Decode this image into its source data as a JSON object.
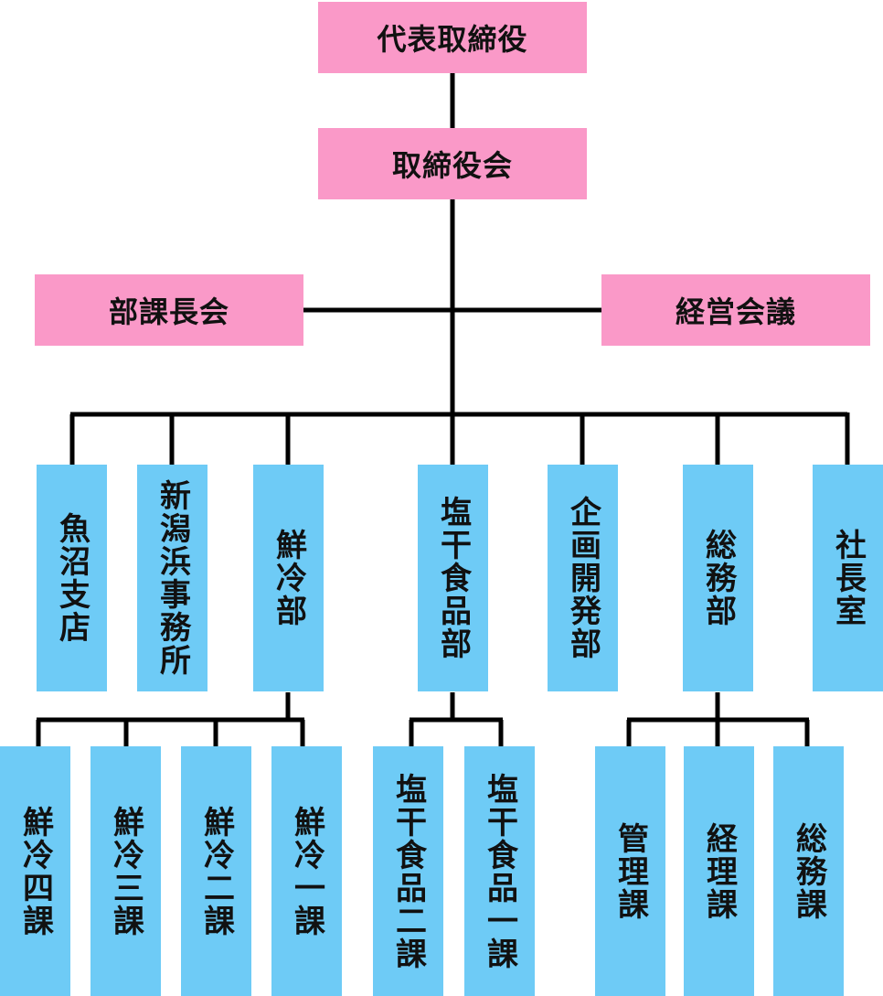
{
  "top": {
    "ceo": "代表取締役",
    "board": "取締役会",
    "left_committee": "部課長会",
    "right_committee": "経営会議"
  },
  "departments": [
    "魚沼支店",
    "新潟浜事務所",
    "鮮冷部",
    "塩干食品部",
    "企画開発部",
    "総務部",
    "社長室"
  ],
  "sections": {
    "senrei": [
      "鮮冷四課",
      "鮮冷三課",
      "鮮冷二課",
      "鮮冷一課"
    ],
    "enkan": [
      "塩干食品二課",
      "塩干食品一課"
    ],
    "somu": [
      "管理課",
      "経理課",
      "総務課"
    ]
  },
  "colors": {
    "executive": "#fa99c8",
    "unit": "#6ecbf6",
    "line": "#000000"
  }
}
